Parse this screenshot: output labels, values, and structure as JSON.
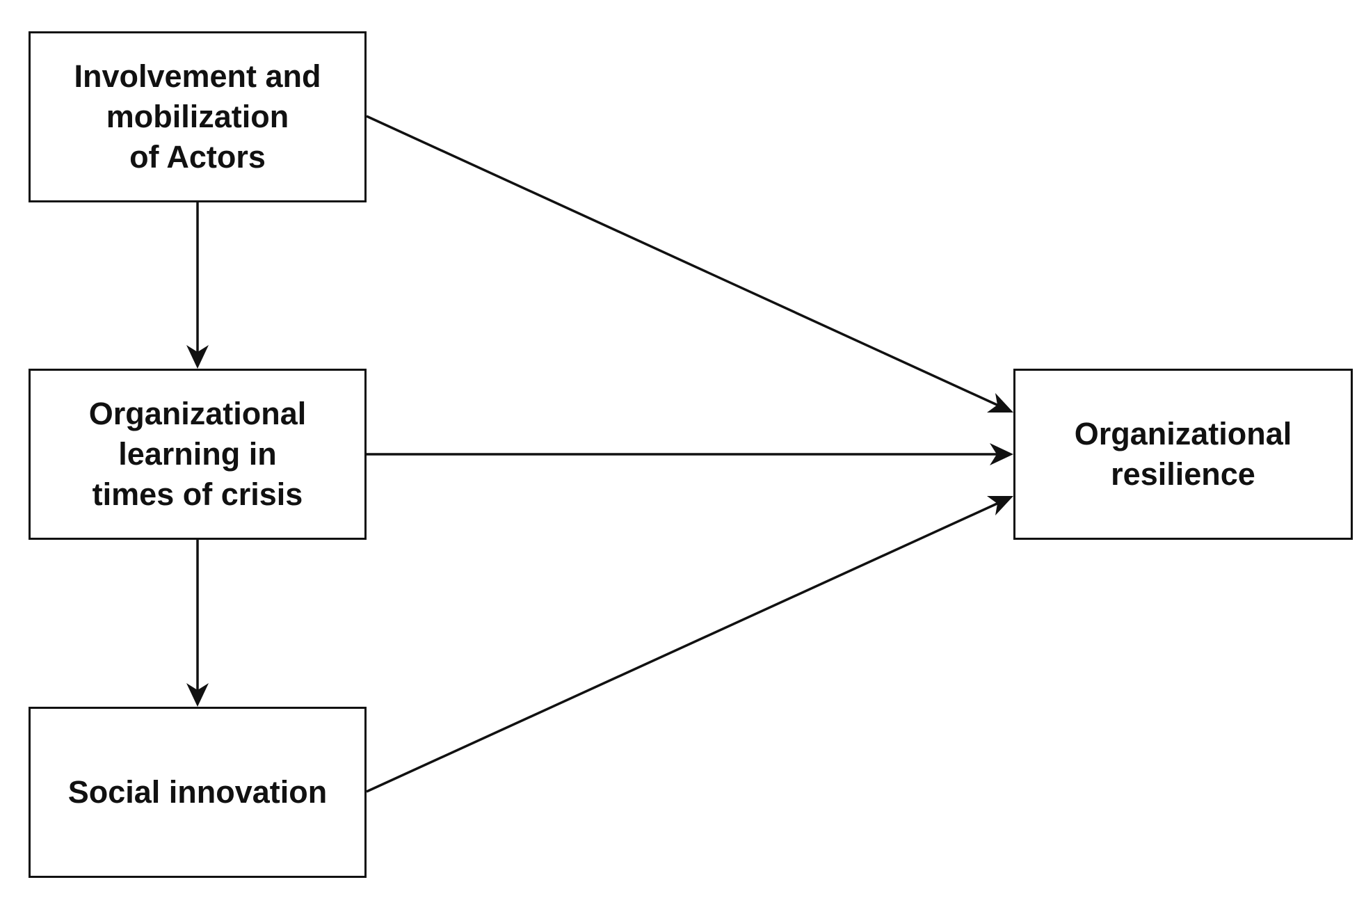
{
  "nodes": {
    "involvement": {
      "label": "Involvement and\nmobilization\nof Actors"
    },
    "learning": {
      "label": "Organizational\nlearning in\ntimes of crisis"
    },
    "social": {
      "label": "Social innovation"
    },
    "resilience": {
      "label": "Organizational\nresilience"
    }
  },
  "edges": [
    {
      "from": "involvement",
      "to": "learning"
    },
    {
      "from": "learning",
      "to": "social"
    },
    {
      "from": "involvement",
      "to": "resilience"
    },
    {
      "from": "learning",
      "to": "resilience"
    },
    {
      "from": "social",
      "to": "resilience"
    }
  ],
  "colors": {
    "stroke": "#111111",
    "background": "#ffffff"
  }
}
